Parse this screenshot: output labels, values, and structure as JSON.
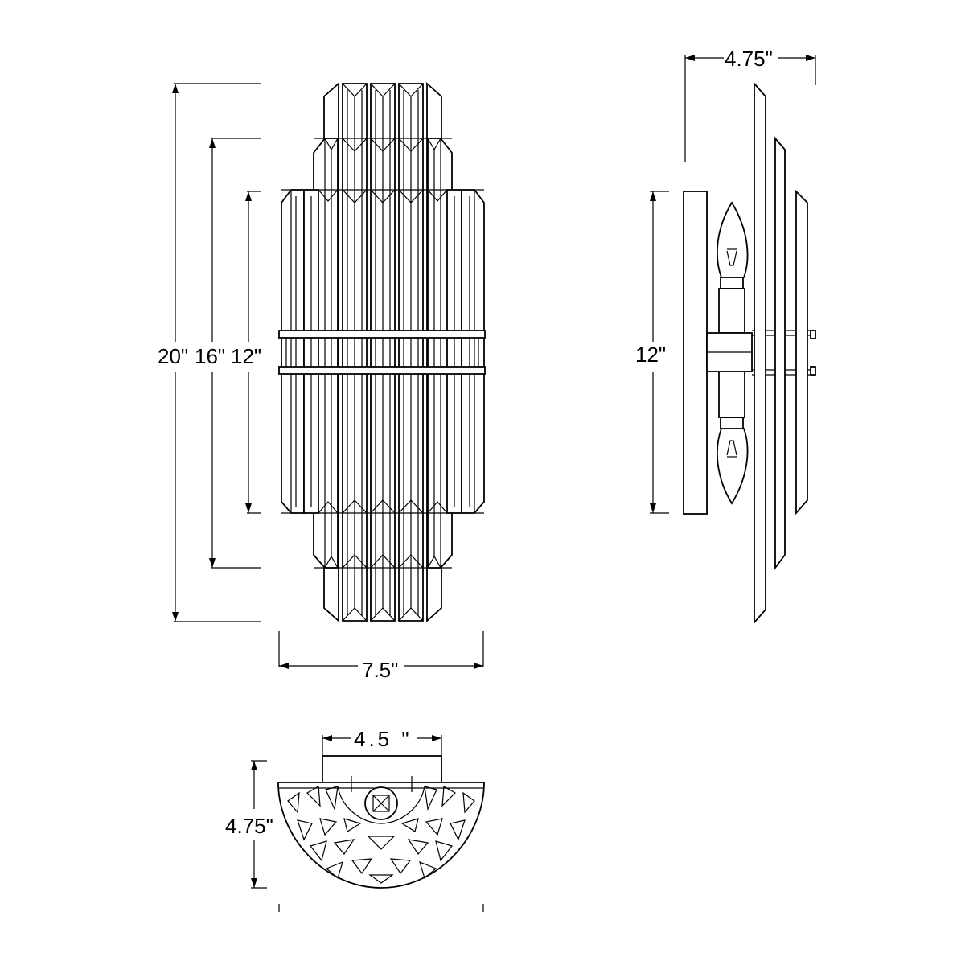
{
  "dimensions": {
    "front_height_outer": "20\"",
    "front_height_middle": "16\"",
    "front_height_inner": "12\"",
    "front_width": "7.5\"",
    "side_depth": "4.75\"",
    "side_height": "12\"",
    "bottom_backplate_width": "4.5 \"",
    "bottom_depth": "4.75\""
  },
  "icons": [
    "candelabra-bulb-icon",
    "crystal-rod-icon"
  ]
}
